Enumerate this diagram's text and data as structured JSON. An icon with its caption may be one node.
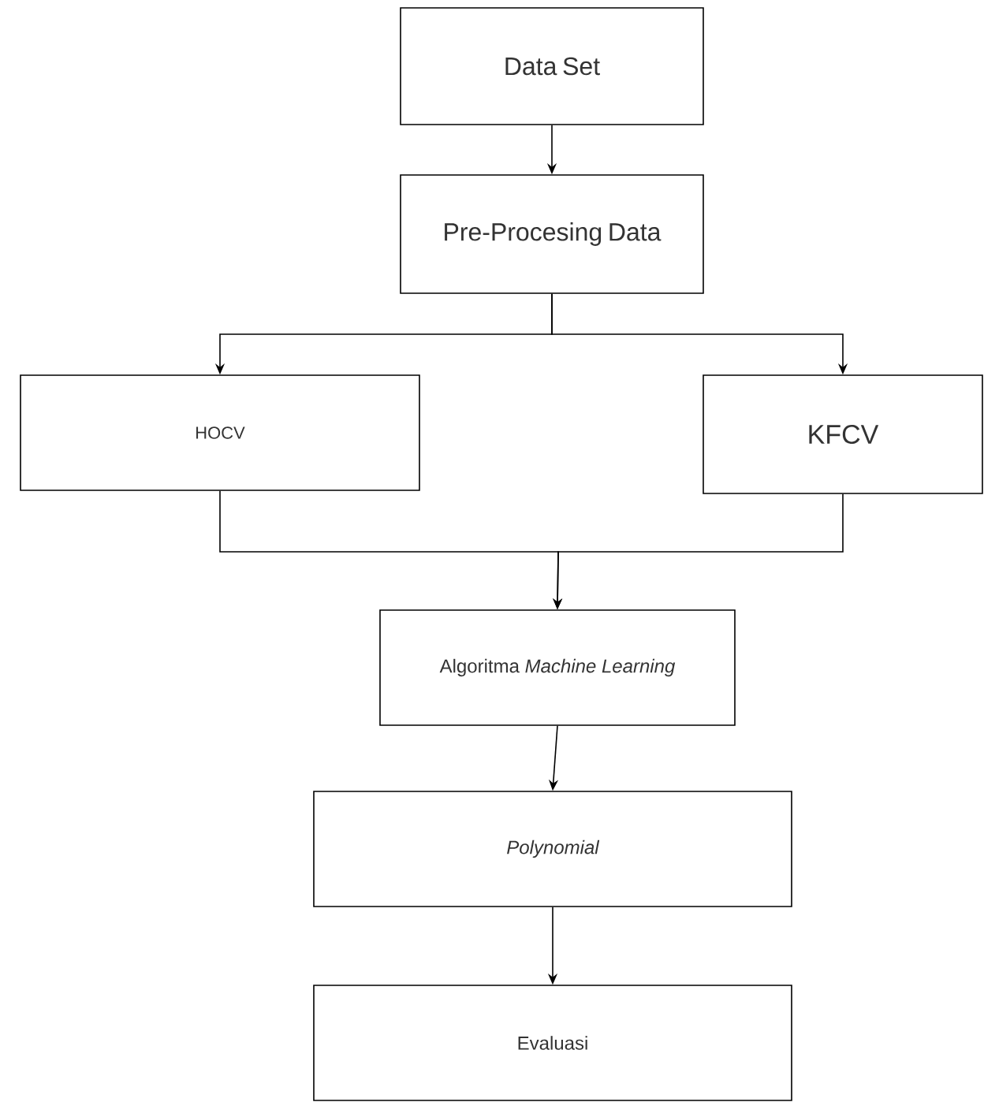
{
  "diagram": {
    "nodes": [
      {
        "text": [
          "Data Set"
        ]
      },
      {
        "text": [
          "Pre-Procesing Data"
        ]
      },
      {
        "text": [
          "HOCV"
        ]
      },
      {
        "text": [
          "KFCV"
        ]
      },
      {
        "text": [
          "Algoritma *Machine Learning*"
        ]
      },
      {
        "text": [
          "Polynomial"
        ]
      },
      {
        "text": [
          "Evaluasi"
        ]
      }
    ],
    "edges": [
      {
        "from": 0,
        "to": 1,
        "arrow": "to"
      },
      {
        "from": 1,
        "to": 2,
        "arrow": "to"
      },
      {
        "from": 1,
        "to": 3,
        "arrow": "to"
      },
      {
        "from": 2,
        "to": 4,
        "arrow": "to"
      },
      {
        "from": 3,
        "to": 4,
        "arrow": "to"
      },
      {
        "from": 4,
        "to": 5,
        "arrow": "to"
      },
      {
        "from": 5,
        "to": 6,
        "arrow": "to"
      }
    ]
  }
}
